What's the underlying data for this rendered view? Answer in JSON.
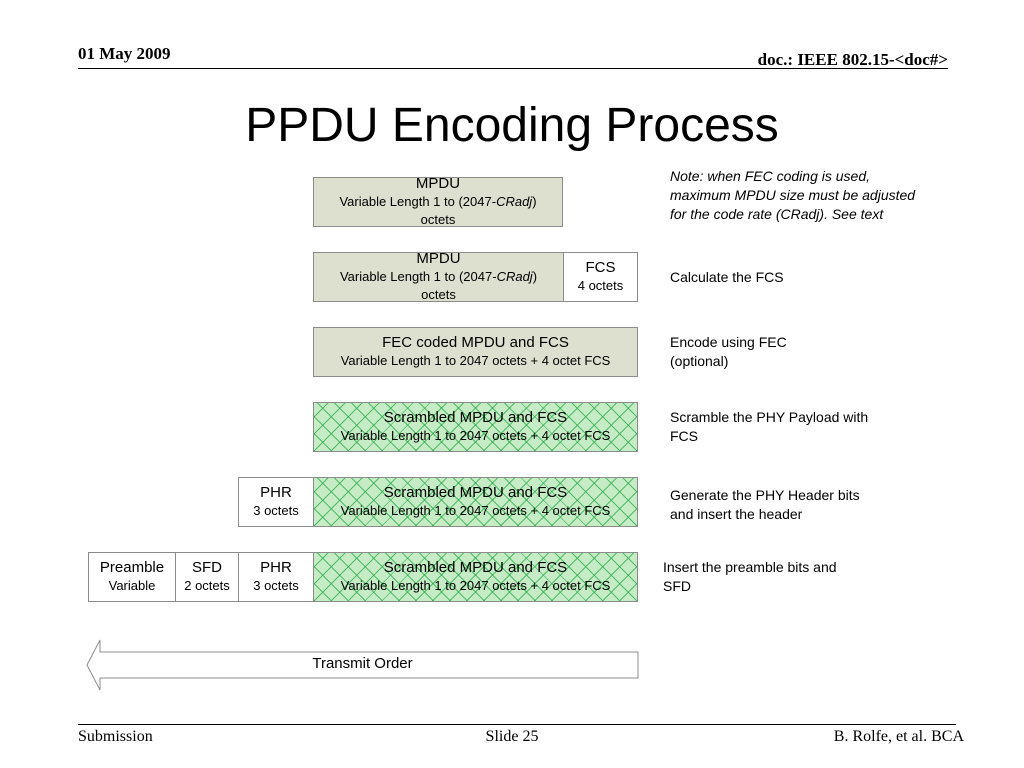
{
  "header": {
    "date": "01 May 2009",
    "doc": "doc.: IEEE 802.15-<doc#>"
  },
  "title": "PPDU Encoding Process",
  "rows": [
    {
      "mpdu": {
        "title": "MPDU",
        "len_prefix": "Variable Length 1 to (2047-",
        "len_italic": "CRadj",
        "len_suffix": ")",
        "len_unit": "octets"
      },
      "note": "Note: when FEC coding is used, maximum MPDU size must be adjusted for the code rate (CRadj). See text"
    },
    {
      "mpdu": {
        "title": "MPDU",
        "len_prefix": "Variable Length 1 to (2047-",
        "len_italic": "CRadj",
        "len_suffix": ")",
        "len_unit": "octets"
      },
      "fcs": {
        "title": "FCS",
        "sub": "4 octets"
      },
      "note": "Calculate the FCS"
    },
    {
      "block": {
        "title": "FEC coded MPDU and FCS",
        "sub": "Variable Length 1 to 2047 octets + 4 octet FCS"
      },
      "note": "Encode using FEC (optional)"
    },
    {
      "block": {
        "title": "Scrambled MPDU and FCS",
        "sub": "Variable Length 1 to 2047 octets + 4 octet FCS"
      },
      "note": "Scramble the PHY Payload with FCS"
    },
    {
      "phr": {
        "title": "PHR",
        "sub": "3 octets"
      },
      "block": {
        "title": "Scrambled MPDU and FCS",
        "sub": "Variable Length 1 to 2047 octets + 4 octet FCS"
      },
      "note": "Generate the PHY Header bits and insert the header"
    },
    {
      "preamble": {
        "title": "Preamble",
        "sub": "Variable"
      },
      "sfd": {
        "title": "SFD",
        "sub": "2 octets"
      },
      "phr": {
        "title": "PHR",
        "sub": "3 octets"
      },
      "block": {
        "title": "Scrambled MPDU and FCS",
        "sub": "Variable Length 1 to 2047 octets + 4 octet FCS"
      },
      "note": "Insert the preamble bits and SFD"
    }
  ],
  "arrow": {
    "label": "Transmit Order"
  },
  "footer": {
    "left": "Submission",
    "center": "Slide 25",
    "right": "B. Rolfe, et al. BCA"
  },
  "colors": {
    "tan_box": "#dde0cf",
    "hatch_fill": "#c6ecc6",
    "hatch_line": "#28aa46",
    "border": "#8c8c8c"
  }
}
